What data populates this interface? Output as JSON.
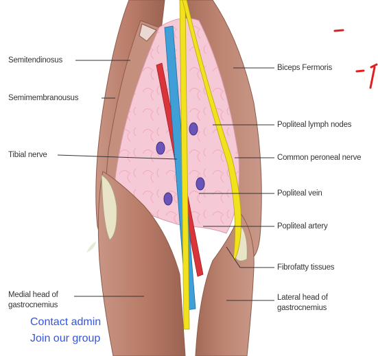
{
  "labels": {
    "semitendinosus": "Semitendinosus",
    "semimembranousus": "Semimembranousus",
    "tibial_nerve": "Tibial nerve",
    "medial_head_line1": "Medial head of",
    "medial_head_line2": "gastrocnemius",
    "biceps": "Biceps Fermoris",
    "lymph_nodes": "Popliteal lymph nodes",
    "common_peroneal": "Common peroneal nerve",
    "popliteal_vein": "Popliteal vein",
    "popliteal_artery": "Popliteal artery",
    "fibrofatty": "Fibrofatty tissues",
    "lateral_head_line1": "Lateral head of",
    "lateral_head_line2": "gastrocnemius"
  },
  "links": {
    "contact_admin": "Contact admin",
    "join_group": "Join our group"
  },
  "colors": {
    "muscle": "#b9826f",
    "muscle_dark": "#8e5a4a",
    "fossa_fill": "#f6c9d6",
    "artery": "#d8343a",
    "vein": "#3f9fd6",
    "nerve": "#f2e21d",
    "lymph_node": "#6a54b8",
    "link_text": "#3355dd",
    "annotation_red": "#e02020"
  }
}
